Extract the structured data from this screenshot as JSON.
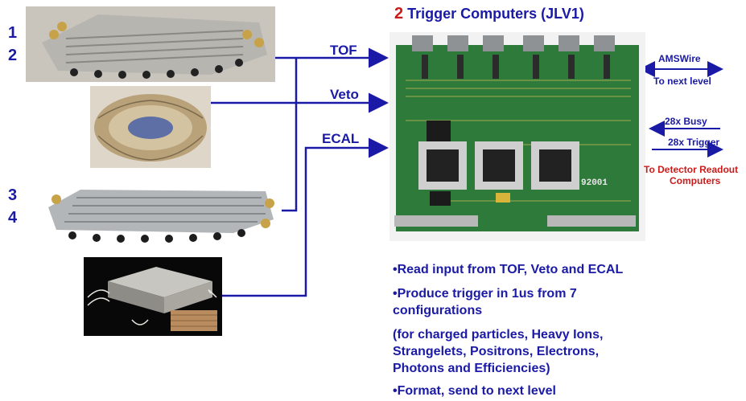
{
  "title": {
    "count": "2",
    "text": "Trigger Computers (JLV1)"
  },
  "tof_layers_top": [
    "1",
    "2"
  ],
  "tof_layers_bottom": [
    "3",
    "4"
  ],
  "inputs": {
    "tof": "TOF",
    "veto": "Veto",
    "ecal": "ECAL"
  },
  "outputs": {
    "amswire": "AMSWire",
    "to_next_level": "To next level",
    "busy": "28x Busy",
    "trigger": "28x Trigger",
    "readout": [
      "To Detector Readout",
      "Computers"
    ]
  },
  "board_label": "92001",
  "bullets": [
    "•Read input from TOF, Veto and ECAL",
    "•Produce trigger in 1us from 7",
    "configurations",
    "(for charged particles, Heavy Ions,",
    "Strangelets, Positrons, Electrons,",
    "Photons and Efficiencies)",
    "•Format, send to next level"
  ],
  "colors": {
    "accent": "#1a1aa6",
    "highlight": "#cc1a1a",
    "board": "#2e7a3a"
  }
}
